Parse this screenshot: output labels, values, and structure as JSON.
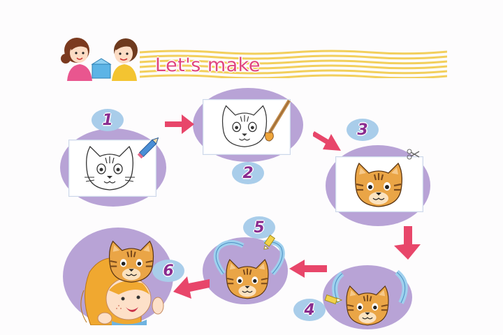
{
  "header": {
    "title": "Let's make",
    "title_color": "#e0457e",
    "stripe_color": "#f2cf5c",
    "kids_icon": "two-children-crafting-icon"
  },
  "steps": [
    {
      "number": "1",
      "picture": "cat-outline-drawing",
      "tool": "pencil-icon"
    },
    {
      "number": "2",
      "picture": "cat-outline-drawing",
      "tool": "paintbrush-icon"
    },
    {
      "number": "3",
      "picture": "colored-cat-face",
      "tool": "scissors-icon"
    },
    {
      "number": "4",
      "picture": "cat-mask-with-strap",
      "tool": "glue-icon"
    },
    {
      "number": "5",
      "picture": "cat-mask-with-strap",
      "tool": "glue-icon"
    },
    {
      "number": "6",
      "picture": "girl-wearing-cat-mask",
      "tool": ""
    }
  ],
  "colors": {
    "oval": "#b8a3d6",
    "badge": "#a9cdea",
    "number": "#8a2c8f",
    "arrow": "#e8466a",
    "cat_fill": "#eaa546",
    "cat_stripe": "#7a4a1c"
  }
}
